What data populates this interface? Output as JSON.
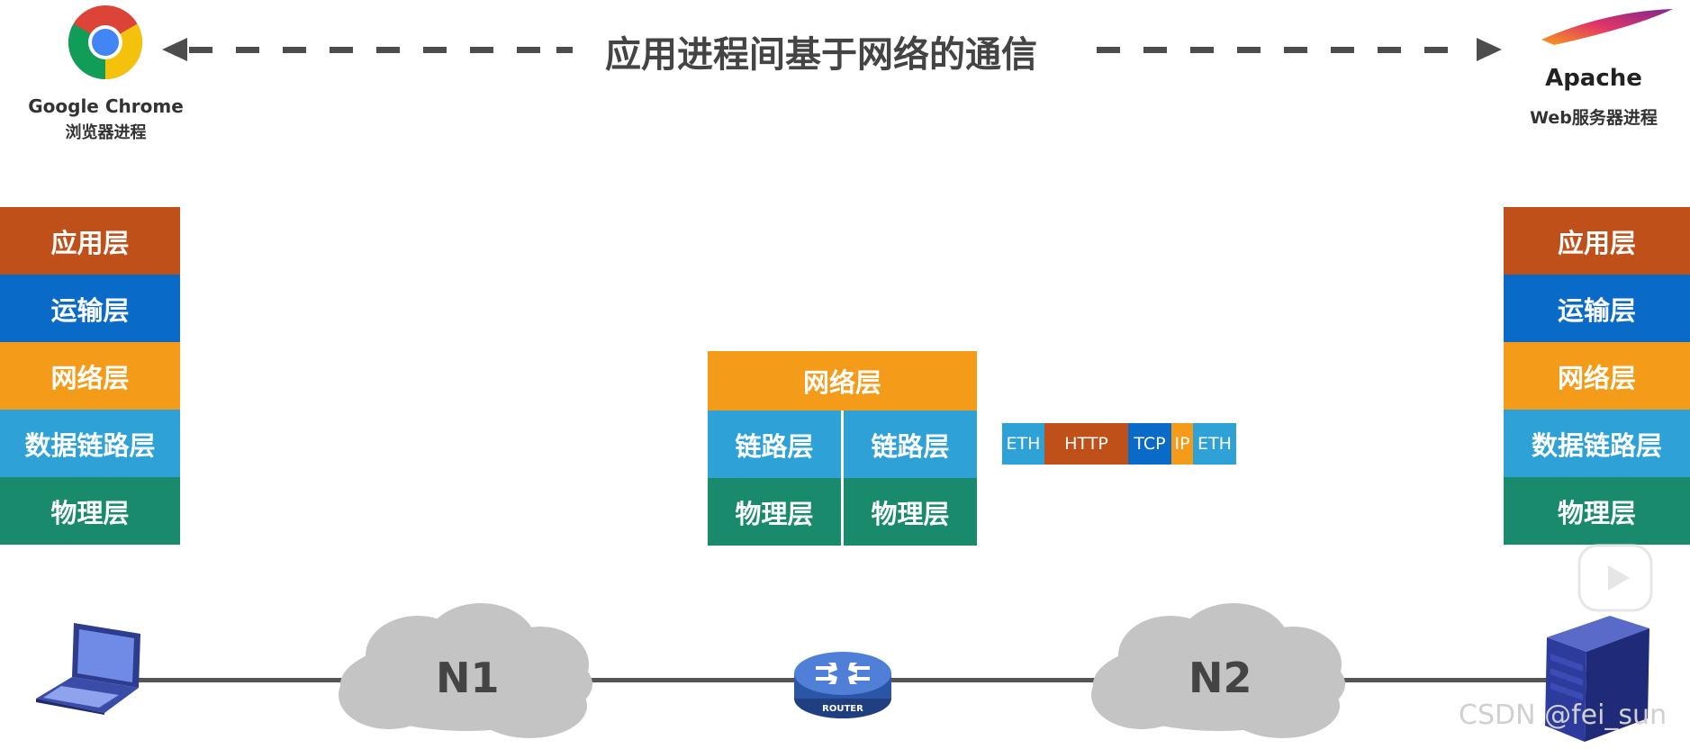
{
  "title": "应用进程间基于网络的通信",
  "client": {
    "name": "Google Chrome",
    "desc": "浏览器进程"
  },
  "server": {
    "name": "Apache",
    "desc": "Web服务器进程"
  },
  "left_stack": [
    {
      "label": "应用层",
      "color": "#c0501a"
    },
    {
      "label": "运输层",
      "color": "#0a6ac8"
    },
    {
      "label": "网络层",
      "color": "#f49b1a"
    },
    {
      "label": "数据链路层",
      "color": "#2ea2d6"
    },
    {
      "label": "物理层",
      "color": "#1a8a6c"
    }
  ],
  "right_stack": [
    {
      "label": "应用层",
      "color": "#c0501a"
    },
    {
      "label": "运输层",
      "color": "#0a6ac8"
    },
    {
      "label": "网络层",
      "color": "#f49b1a"
    },
    {
      "label": "数据链路层",
      "color": "#2ea2d6"
    },
    {
      "label": "物理层",
      "color": "#1a8a6c"
    }
  ],
  "router_stack": {
    "network": "网络层",
    "link_left": "链路层",
    "link_right": "链路层",
    "phys_left": "物理层",
    "phys_right": "物理层"
  },
  "packet": [
    {
      "label": "ETH",
      "color": "#2ea2d6"
    },
    {
      "label": "HTTP",
      "color": "#c0501a"
    },
    {
      "label": "TCP",
      "color": "#0a6ac8"
    },
    {
      "label": "IP",
      "color": "#f49b1a"
    },
    {
      "label": "ETH",
      "color": "#2ea2d6"
    }
  ],
  "networks": {
    "n1": "N1",
    "n2": "N2"
  },
  "router_label": "ROUTER",
  "watermark": "CSDN @fei_sun"
}
